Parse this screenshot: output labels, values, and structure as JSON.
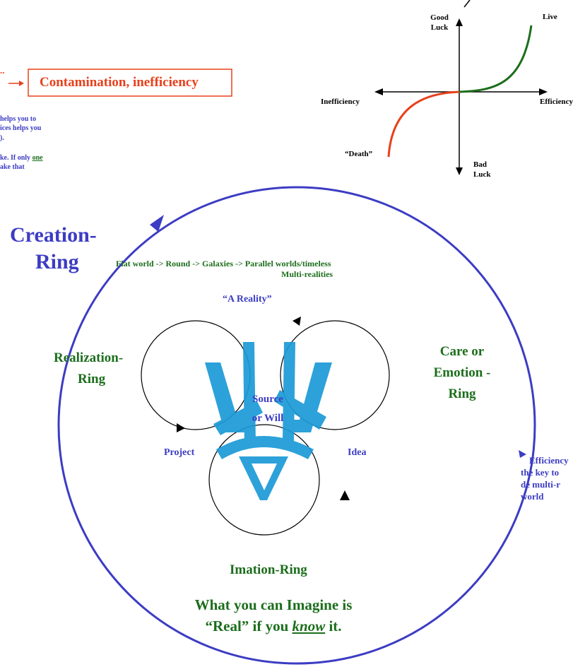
{
  "fragments": {
    "arrow_text": "..",
    "contamination": "Contamination, inefficiency",
    "line1": "helps you to",
    "line2": "ices helps you",
    "line3": ").",
    "line4_pre": "ke. If only ",
    "line4_one": "one",
    "line5": "ake that"
  },
  "graph": {
    "good_luck_1": "Good",
    "good_luck_2": "Luck",
    "bad_luck_1": "Bad",
    "bad_luck_2": "Luck",
    "live": "Live",
    "death": "“Death”",
    "inefficiency": "Inefficiency",
    "efficiency": "Efficiency",
    "colors": {
      "live_curve": "#1c6e1c",
      "death_curve": "#e8401c"
    }
  },
  "rings": {
    "creation_1": "Creation-",
    "creation_2": "Ring",
    "worlds_1": "Flat  world -> Round -> Galaxies -> Parallel worlds/timeless",
    "worlds_2": "Multi-realities",
    "a_reality": "“A Reality”",
    "realization_1": "Realization-",
    "realization_2": "Ring",
    "care_1": "Care  or",
    "care_2": "Emotion -",
    "care_3": "Ring",
    "source_1": "Source",
    "source_2": "or Will",
    "project": "Project",
    "idea": "Idea",
    "imation": "Imation-Ring",
    "imagine_1": "What you can Imagine is",
    "imagine_pre": "“Real” if you ",
    "imagine_know": "know",
    "imagine_post": " it.",
    "side_1": "Efficiency",
    "side_2": "the key to",
    "side_3": "de multi-r",
    "side_4": "world",
    "colors": {
      "outer_ring": "#3c3cc4",
      "symbol": "#1c9ad6"
    }
  }
}
